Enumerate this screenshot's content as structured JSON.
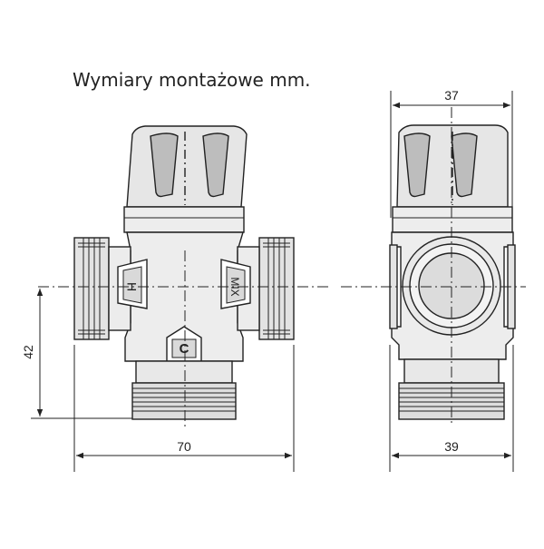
{
  "title": "Wymiary montażowe mm.",
  "dimensions": {
    "front_width": "70",
    "side_width": "39",
    "top_width": "37",
    "height": "42"
  },
  "port_labels": {
    "hot": "H",
    "cold": "C",
    "mix": "MIX"
  }
}
